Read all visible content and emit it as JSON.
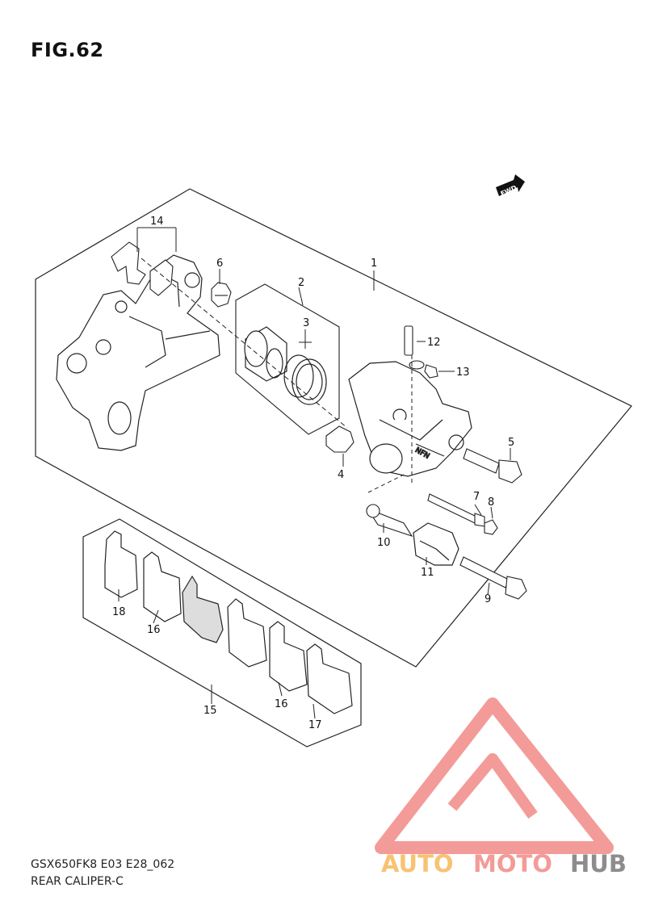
{
  "figure": {
    "title": "FIG.62"
  },
  "footer": {
    "code": "GSX650FK8 E03 E28_062",
    "name": "REAR CALIPER-C"
  },
  "fwd_label": "FWD",
  "watermark": {
    "part1": "AUTO",
    "part2": "MOTO",
    "part3": "HUB",
    "colors": {
      "auto": "#f6b95a",
      "moto": "#f28a87",
      "hub": "#7a7a7a",
      "triangle": "#f28a87"
    }
  },
  "callouts": {
    "c1": "1",
    "c2": "2",
    "c3": "3",
    "c4": "4",
    "c5": "5",
    "c6": "6",
    "c7": "7",
    "c8": "8",
    "c9": "9",
    "c10": "10",
    "c11": "11",
    "c12": "12",
    "c13": "13",
    "c14": "14",
    "c15": "15",
    "c16a": "16",
    "c16b": "16",
    "c17": "17",
    "c18": "18"
  }
}
